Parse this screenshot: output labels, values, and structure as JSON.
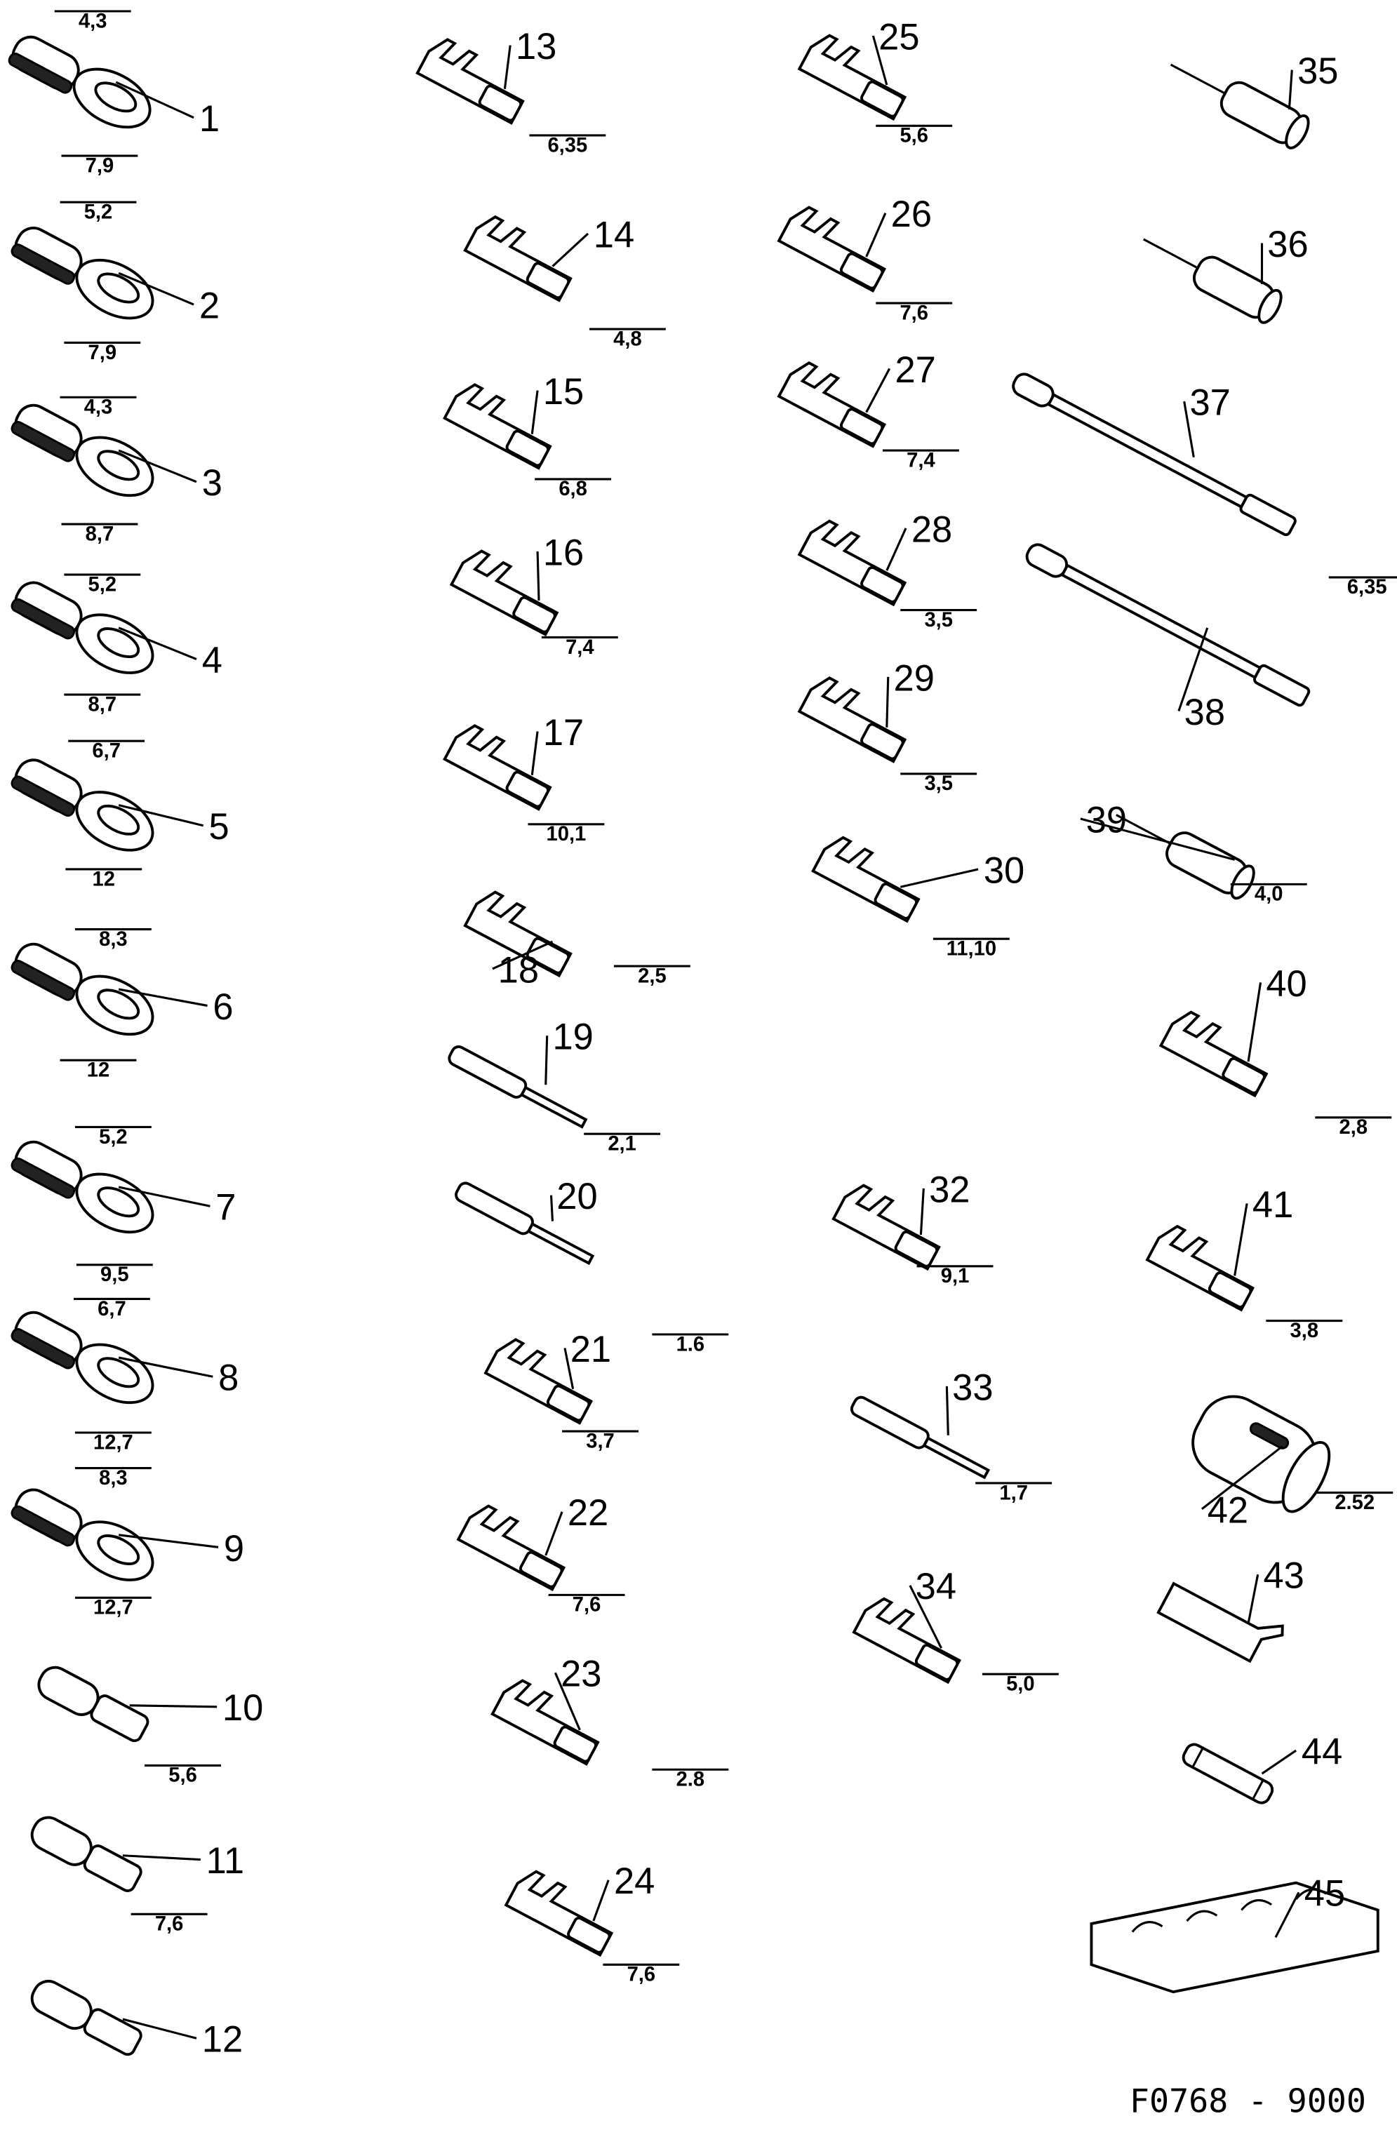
{
  "items": [
    {
      "number": "1",
      "dims": [
        "4,3",
        "7,9"
      ],
      "kind": "ring-terminal"
    },
    {
      "number": "2",
      "dims": [
        "5,2",
        "7,9"
      ],
      "kind": "ring-terminal"
    },
    {
      "number": "3",
      "dims": [
        "4,3",
        "8,7"
      ],
      "kind": "ring-terminal"
    },
    {
      "number": "4",
      "dims": [
        "5,2",
        "8,7"
      ],
      "kind": "ring-terminal"
    },
    {
      "number": "5",
      "dims": [
        "6,7",
        "12"
      ],
      "kind": "ring-terminal"
    },
    {
      "number": "6",
      "dims": [
        "8,3",
        "12"
      ],
      "kind": "ring-terminal"
    },
    {
      "number": "7",
      "dims": [
        "5,2",
        "9,5"
      ],
      "kind": "ring-terminal"
    },
    {
      "number": "8",
      "dims": [
        "6,7",
        "12,7"
      ],
      "kind": "ring-terminal"
    },
    {
      "number": "9",
      "dims": [
        "8,3",
        "12,7"
      ],
      "kind": "ring-terminal"
    },
    {
      "number": "10",
      "dims": [
        "5,6"
      ],
      "kind": "insulated-receptacle"
    },
    {
      "number": "11",
      "dims": [
        "7,6"
      ],
      "kind": "insulated-receptacle"
    },
    {
      "number": "12",
      "dims": [],
      "kind": "insulated-receptacle"
    },
    {
      "number": "13",
      "dims": [
        "6,35"
      ],
      "kind": "crimp-terminal"
    },
    {
      "number": "14",
      "dims": [
        "4,8"
      ],
      "kind": "crimp-terminal"
    },
    {
      "number": "15",
      "dims": [
        "6,8"
      ],
      "kind": "crimp-terminal"
    },
    {
      "number": "16",
      "dims": [
        "7,4"
      ],
      "kind": "crimp-terminal"
    },
    {
      "number": "17",
      "dims": [
        "10,1"
      ],
      "kind": "crimp-terminal"
    },
    {
      "number": "18",
      "dims": [
        "2,5"
      ],
      "kind": "crimp-terminal"
    },
    {
      "number": "19",
      "dims": [
        "2,1"
      ],
      "kind": "pin"
    },
    {
      "number": "20",
      "dims": [
        "1.6"
      ],
      "kind": "pin"
    },
    {
      "number": "21",
      "dims": [
        "3,7"
      ],
      "kind": "crimp-terminal"
    },
    {
      "number": "22",
      "dims": [
        "7,6"
      ],
      "kind": "crimp-terminal"
    },
    {
      "number": "23",
      "dims": [
        "2.8"
      ],
      "kind": "crimp-terminal"
    },
    {
      "number": "24",
      "dims": [
        "7,6"
      ],
      "kind": "crimp-terminal"
    },
    {
      "number": "25",
      "dims": [
        "5,6"
      ],
      "kind": "crimp-terminal"
    },
    {
      "number": "26",
      "dims": [
        "7,6"
      ],
      "kind": "crimp-terminal"
    },
    {
      "number": "27",
      "dims": [
        "7,4"
      ],
      "kind": "crimp-terminal"
    },
    {
      "number": "28",
      "dims": [
        "3,5"
      ],
      "kind": "crimp-terminal"
    },
    {
      "number": "29",
      "dims": [
        "3,5"
      ],
      "kind": "crimp-terminal"
    },
    {
      "number": "30",
      "dims": [
        "11,10"
      ],
      "kind": "crimp-terminal"
    },
    {
      "number": "32",
      "dims": [
        "9,1"
      ],
      "kind": "crimp-terminal"
    },
    {
      "number": "33",
      "dims": [
        "1,7"
      ],
      "kind": "pin"
    },
    {
      "number": "34",
      "dims": [
        "5,0"
      ],
      "kind": "crimp-terminal"
    },
    {
      "number": "35",
      "dims": [],
      "kind": "sleeve"
    },
    {
      "number": "36",
      "dims": [],
      "kind": "sleeve"
    },
    {
      "number": "37",
      "dims": [
        "6,35"
      ],
      "kind": "lead"
    },
    {
      "number": "38",
      "dims": [],
      "kind": "lead"
    },
    {
      "number": "39",
      "dims": [
        "4,0"
      ],
      "kind": "sleeve"
    },
    {
      "number": "40",
      "dims": [
        "2,8"
      ],
      "kind": "crimp-terminal"
    },
    {
      "number": "41",
      "dims": [
        "3,8"
      ],
      "kind": "crimp-terminal"
    },
    {
      "number": "42",
      "dims": [
        "2.52"
      ],
      "kind": "connector-housing"
    },
    {
      "number": "43",
      "dims": [],
      "kind": "clip"
    },
    {
      "number": "44",
      "dims": [],
      "kind": "fuse"
    },
    {
      "number": "45",
      "dims": [],
      "kind": "holder-block"
    }
  ],
  "footer": {
    "code": "F0768 - 9000"
  }
}
